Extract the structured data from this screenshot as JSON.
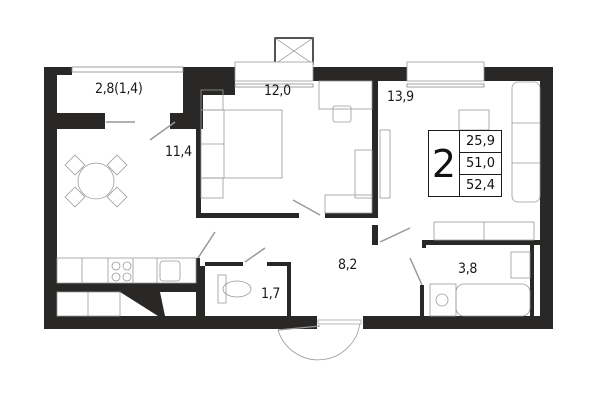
{
  "plan": {
    "type": "apartment-floor-plan",
    "wall_color": "#2a2826",
    "line_color": "#8a8a8a"
  },
  "summary": {
    "rooms_count": "2",
    "living_area": "25,9",
    "total_area": "51,0",
    "total_area_with_balcony": "52,4"
  },
  "rooms": {
    "balcony": "2,8(1,4)",
    "bedroom": "12,0",
    "living_room": "13,9",
    "kitchen": "11,4",
    "hallway": "8,2",
    "toilet": "1,7",
    "bathroom": "3,8"
  }
}
